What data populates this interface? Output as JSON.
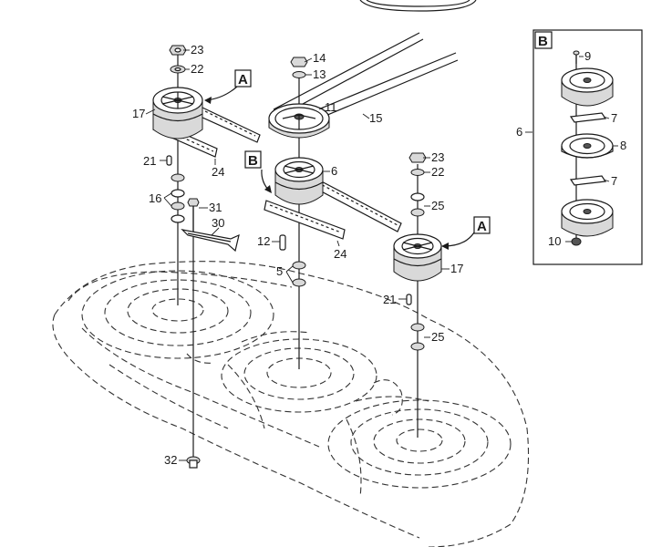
{
  "callouts": {
    "a_left": "A",
    "b_center": "B",
    "a_right": "A",
    "b_inset": "B"
  },
  "labels": {
    "p23_left": "23",
    "p22_left": "22",
    "p17_left": "17",
    "p24_left": "24",
    "p21_left": "21",
    "p16": "16",
    "p31": "31",
    "p30": "30",
    "p32": "32",
    "p14": "14",
    "p13": "13",
    "p11": "11",
    "p15": "15",
    "p6_center": "6",
    "p12": "12",
    "p24_center": "24",
    "p5": "5",
    "p23_right": "23",
    "p22_right": "22",
    "p25_upper": "25",
    "p17_right": "17",
    "p21_right": "21",
    "p25_lower": "25",
    "inset_9": "9",
    "inset_7_upper": "7",
    "inset_8": "8",
    "inset_7_lower": "7",
    "inset_10": "10",
    "inset_6": "6"
  },
  "colors": {
    "ink": "#1a1a1a",
    "paper": "#ffffff",
    "shade": "#d9d9d9"
  }
}
